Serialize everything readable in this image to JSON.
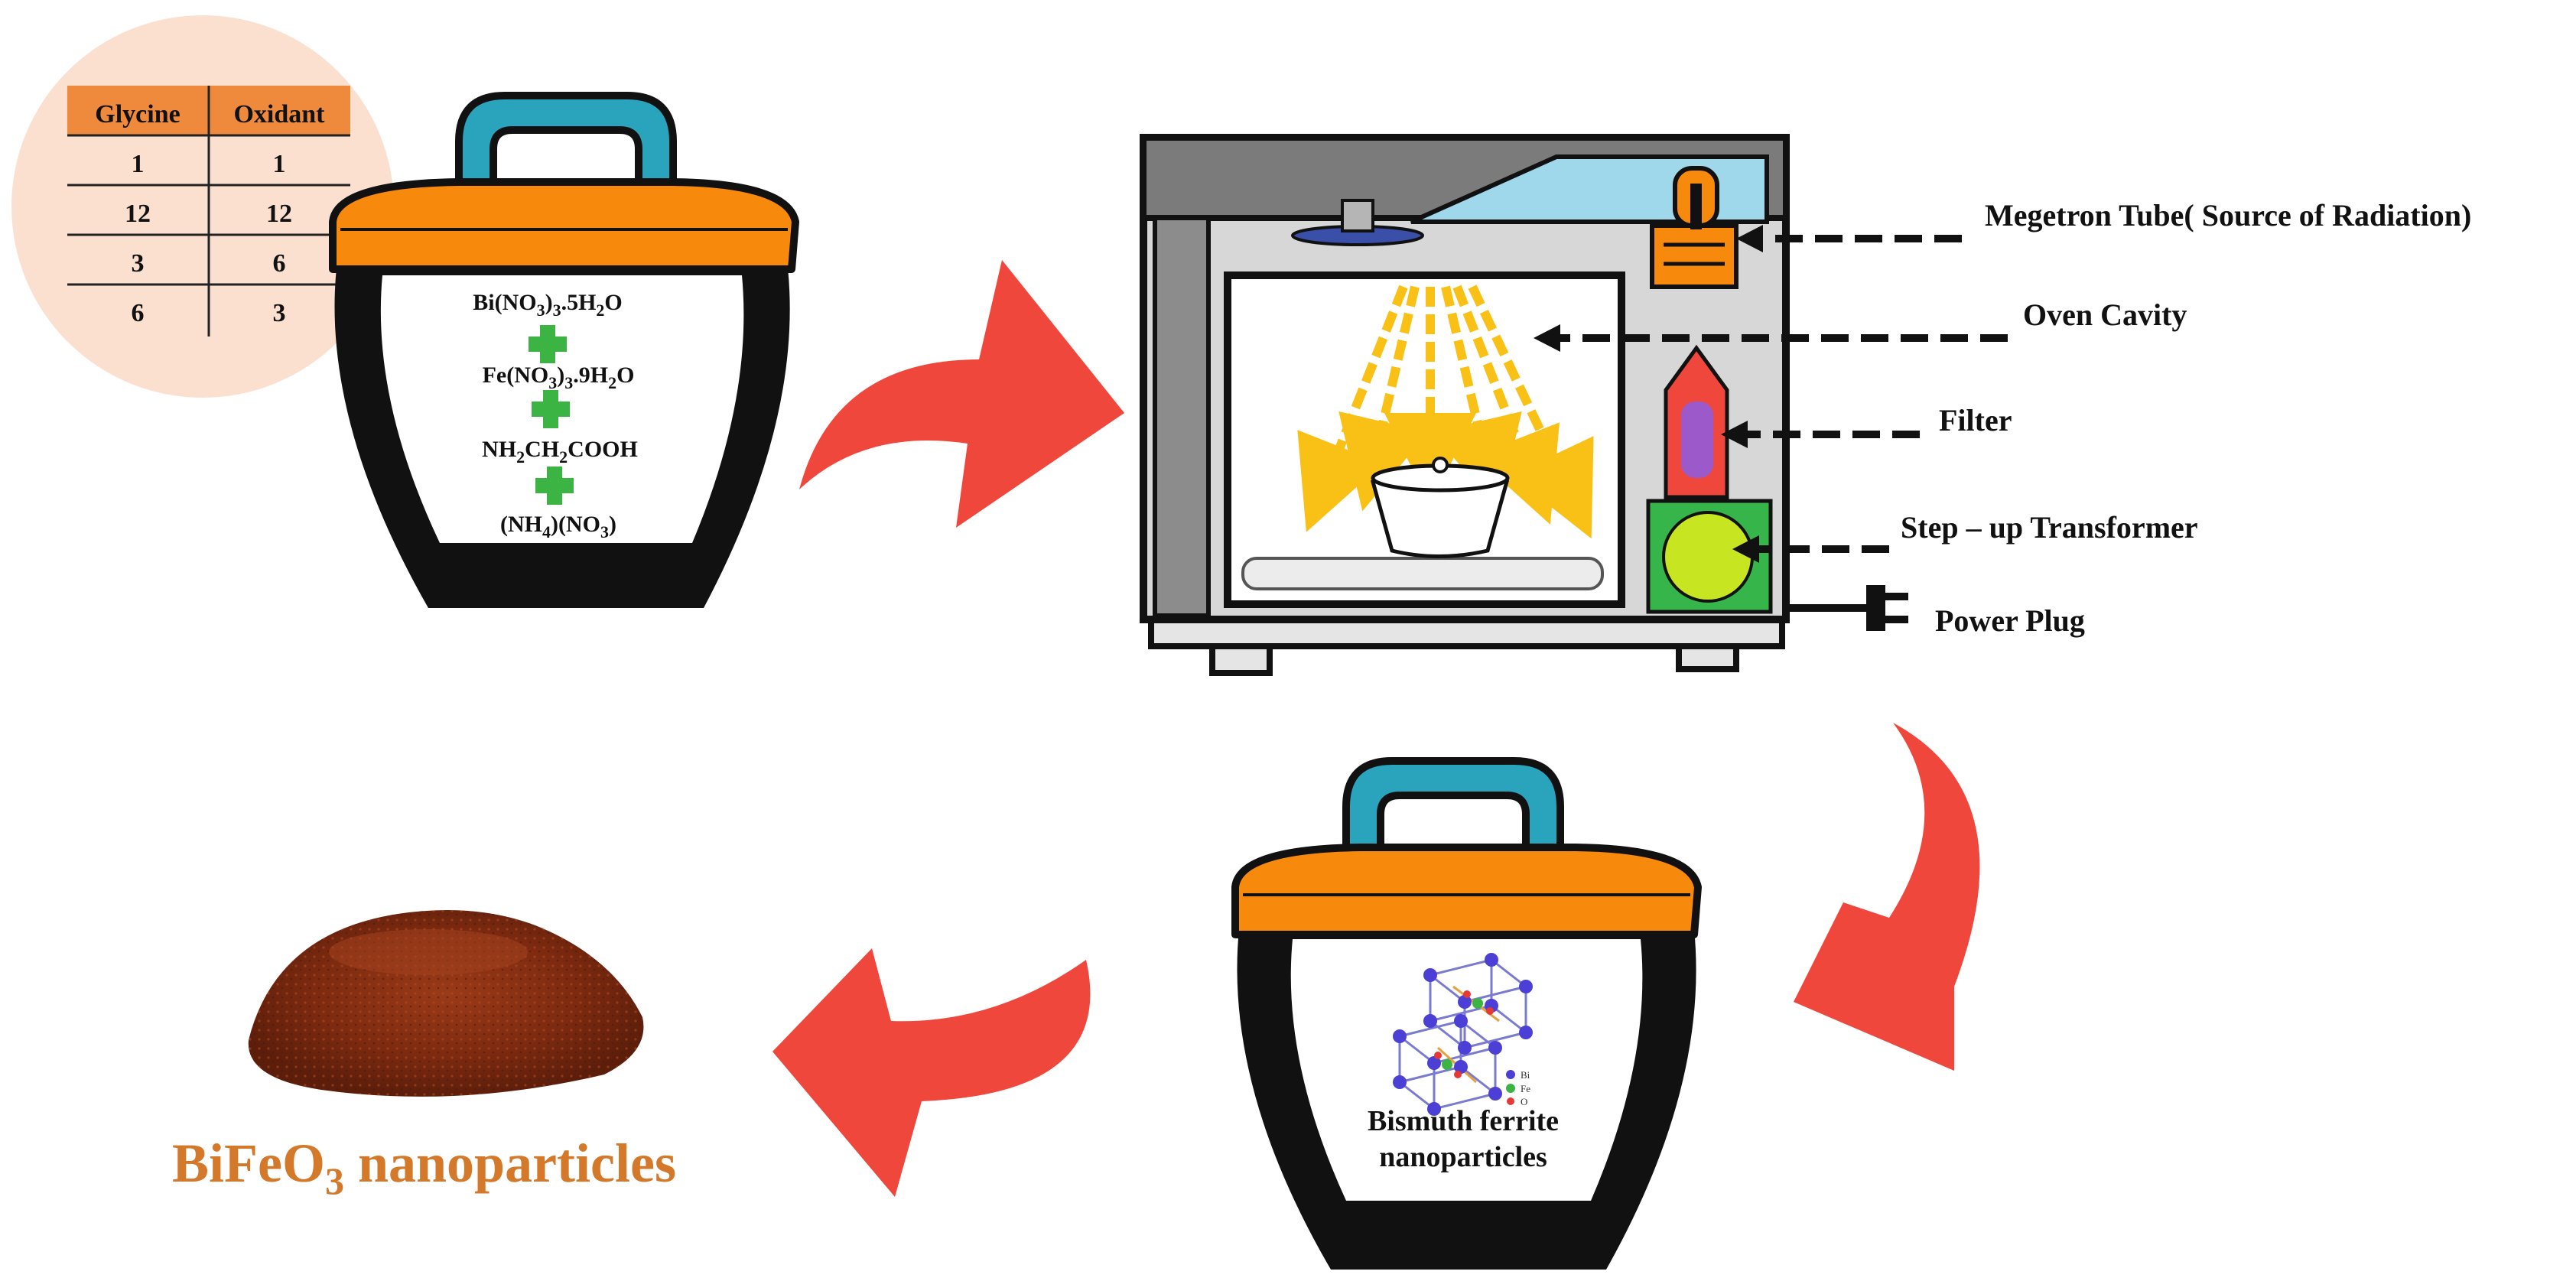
{
  "ratio_table": {
    "headers": [
      "Glycine",
      "Oxidant"
    ],
    "rows": [
      [
        "1",
        "1"
      ],
      [
        "12",
        "12"
      ],
      [
        "3",
        "6"
      ],
      [
        "6",
        "3"
      ]
    ]
  },
  "precursors": {
    "bismuth_nitrate": {
      "main": "Bi(NO",
      "sub1": "3",
      "mid": ")",
      "sub2": "3",
      "tail": ".5H",
      "sub3": "2",
      "end": "O"
    },
    "iron_nitrate": {
      "main": "Fe(NO",
      "sub1": "3",
      "mid": ")",
      "sub2": "3",
      "tail": ".9H",
      "sub3": "2",
      "end": "O"
    },
    "glycine": {
      "a": "NH",
      "s1": "2",
      "b": "CH",
      "s2": "2",
      "c": "COOH"
    },
    "ammonium_nitrate": {
      "a": "(NH",
      "s1": "4",
      "b": ")(NO",
      "s2": "3",
      "c": ")"
    }
  },
  "oven_labels": {
    "magnetron": "Megetron Tube( Source of Radiation)",
    "cavity": "Oven Cavity",
    "filter": "Filter",
    "transformer": "Step – up Transformer",
    "plug": "Power Plug"
  },
  "product_pot": {
    "line1": "Bismuth ferrite",
    "line2": "nanoparticles",
    "legend": [
      "Bi",
      "Fe",
      "O"
    ]
  },
  "final_product": {
    "prefix": "BiFeO",
    "sub": "3",
    "suffix": " nanoparticles"
  },
  "colors": {
    "arrow_red": "#f0473c",
    "lid_orange": "#f7890c",
    "handle_teal": "#2aa3bd",
    "table_header": "#ef8a3c",
    "circle_bg": "#fbe0d0",
    "product_text": "#d4782a",
    "radiation": "#f9c015",
    "plus_green": "#3cb443"
  }
}
